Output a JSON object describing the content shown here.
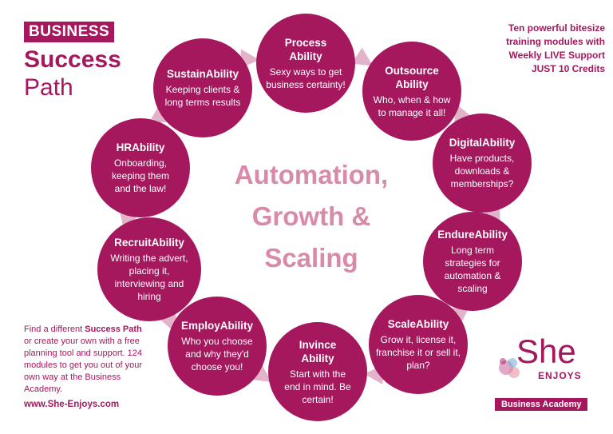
{
  "brand": {
    "business": "BUSINESS",
    "success": "Success",
    "path": "Path",
    "color": "#a5185e"
  },
  "center": {
    "line1": "Automation,",
    "line2": "Growth &",
    "line3": "Scaling"
  },
  "promo": {
    "line1": "Ten powerful bitesize",
    "line2": "training modules with",
    "line3": "Weekly LIVE Support",
    "line4": "JUST 10 Credits"
  },
  "modules": [
    {
      "title": "Process Ability",
      "desc": "Sexy ways to get business certainty!"
    },
    {
      "title": "Outsource Ability",
      "desc": "Who, when & how to manage it all!"
    },
    {
      "title": "DigitalAbility",
      "desc": "Have products, downloads & memberships?"
    },
    {
      "title": "EndureAbility",
      "desc": "Long term strategies for automation & scaling"
    },
    {
      "title": "ScaleAbility",
      "desc": "Grow it, license it, franchise it or sell it, plan?"
    },
    {
      "title": "Invince Ability",
      "desc": "Start with the end in mind. Be certain!"
    },
    {
      "title": "EmployAbility",
      "desc": "Who you choose and why they'd choose you!"
    },
    {
      "title": "RecruitAbility",
      "desc": "Writing the advert, placing it, interviewing and hiring"
    },
    {
      "title": "HRAbility",
      "desc": "Onboarding, keeping them and the law!"
    },
    {
      "title": "SustainAbility",
      "desc": "Keeping clients & long terms results"
    }
  ],
  "bottom": {
    "t1": "Find a different ",
    "t2": "Success Path",
    "t3": " or create your own with a free planning tool and support. 124 modules to get you out of your own way at the Business Academy.",
    "website": "www.She-Enjoys.com"
  },
  "logo": {
    "she": "She",
    "enjoys": "ENJOYS",
    "academy": "Business Academy"
  }
}
